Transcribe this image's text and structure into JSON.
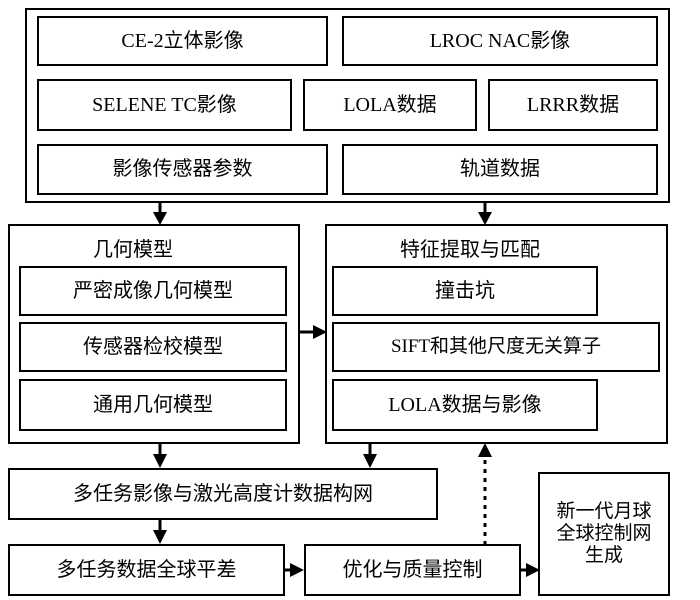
{
  "diagram": {
    "title": "Lunar global control network data processing flow",
    "line_color": "#000000",
    "background": "#ffffff",
    "data_sources_group": {
      "name": "data-sources-container",
      "boxes": [
        {
          "id": "ce2",
          "label": "CE-2立体影像"
        },
        {
          "id": "lroc_nac",
          "label": "LROC NAC影像"
        },
        {
          "id": "selene_tc",
          "label": "SELENE TC影像"
        },
        {
          "id": "lola",
          "label": "LOLA数据"
        },
        {
          "id": "lrrr",
          "label": "LRRR数据"
        },
        {
          "id": "sensor_params",
          "label": "影像传感器参数"
        },
        {
          "id": "orbit_data",
          "label": "轨道数据"
        }
      ]
    },
    "geometric_model_panel": {
      "title": "几何模型",
      "boxes": [
        {
          "id": "rigorous",
          "label": "严密成像几何模型"
        },
        {
          "id": "sensor_calib",
          "label": "传感器检校模型"
        },
        {
          "id": "generic",
          "label": "通用几何模型"
        }
      ]
    },
    "feature_panel": {
      "title": "特征提取与匹配",
      "boxes": [
        {
          "id": "crater",
          "label": "撞击坑"
        },
        {
          "id": "sift",
          "label": "SIFT和其他尺度无关算子"
        },
        {
          "id": "lola_image",
          "label": "LOLA数据与影像"
        }
      ]
    },
    "processing": {
      "network_build": "多任务影像与激光高度计数据构网",
      "global_adjustment": "多任务数据全球平差",
      "optimization": "优化与质量控制",
      "output": "新一代月球\n全球控制网\n生成"
    },
    "connectors": [
      {
        "id": "sources-to-geometric",
        "style": "solid",
        "direction": "down"
      },
      {
        "id": "sources-to-feature",
        "style": "solid",
        "direction": "down"
      },
      {
        "id": "geometric-to-feature",
        "style": "solid",
        "direction": "right"
      },
      {
        "id": "geometric-to-network",
        "style": "solid",
        "direction": "down"
      },
      {
        "id": "feature-to-network",
        "style": "solid",
        "direction": "down"
      },
      {
        "id": "network-to-adjustment",
        "style": "solid",
        "direction": "down"
      },
      {
        "id": "adjustment-to-optimization",
        "style": "solid",
        "direction": "right"
      },
      {
        "id": "optimization-to-output",
        "style": "solid",
        "direction": "right"
      },
      {
        "id": "optimization-to-feature-feedback",
        "style": "dotted",
        "direction": "up"
      }
    ]
  }
}
